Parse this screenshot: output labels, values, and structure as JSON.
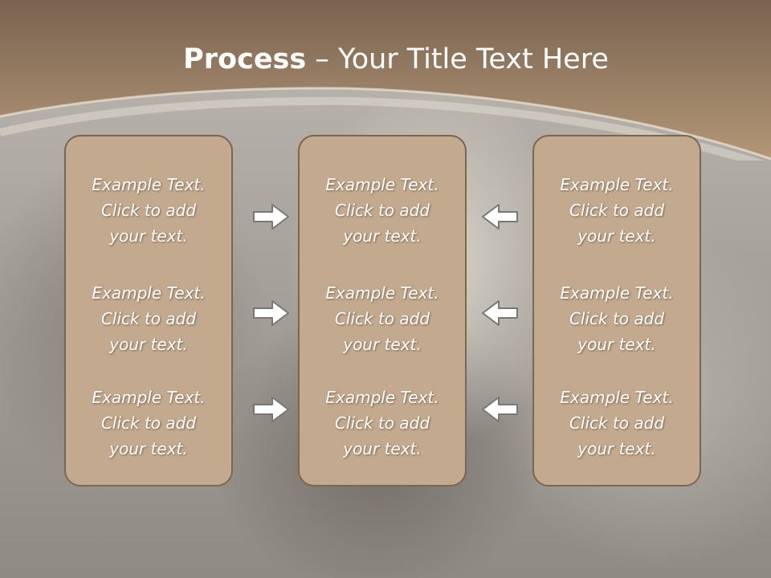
{
  "slide": {
    "title_bold": "Process",
    "title_rest": " – Your Title Text Here"
  },
  "columns": [
    {
      "blocks": [
        {
          "line1": "Example Text.",
          "line2": "Click  to add",
          "line3": "your text."
        },
        {
          "line1": "Example Text.",
          "line2": "Click  to add",
          "line3": "your text."
        },
        {
          "line1": "Example Text.",
          "line2": "Click  to add",
          "line3": "your text."
        }
      ]
    },
    {
      "blocks": [
        {
          "line1": "Example Text.",
          "line2": "Click  to add",
          "line3": "your text."
        },
        {
          "line1": "Example Text.",
          "line2": "Click  to add",
          "line3": "your text."
        },
        {
          "line1": "Example Text.",
          "line2": "Click  to add",
          "line3": "your text."
        }
      ]
    },
    {
      "blocks": [
        {
          "line1": "Example Text.",
          "line2": "Click  to add",
          "line3": "your text."
        },
        {
          "line1": "Example Text.",
          "line2": "Click  to add",
          "line3": "your text."
        },
        {
          "line1": "Example Text.",
          "line2": "Click  to add",
          "line3": "your text."
        }
      ]
    }
  ],
  "arrows": {
    "left_to_center": [
      "right-arrow-icon",
      "right-arrow-icon",
      "right-arrow-icon"
    ],
    "right_to_center": [
      "left-arrow-icon",
      "left-arrow-icon",
      "left-arrow-icon"
    ]
  },
  "colors": {
    "header_brown": "#8b7258",
    "panel_fill": "#c3a98d",
    "panel_border": "#7a6654",
    "arrow_fill": "#ffffff",
    "arrow_stroke": "#777777"
  }
}
